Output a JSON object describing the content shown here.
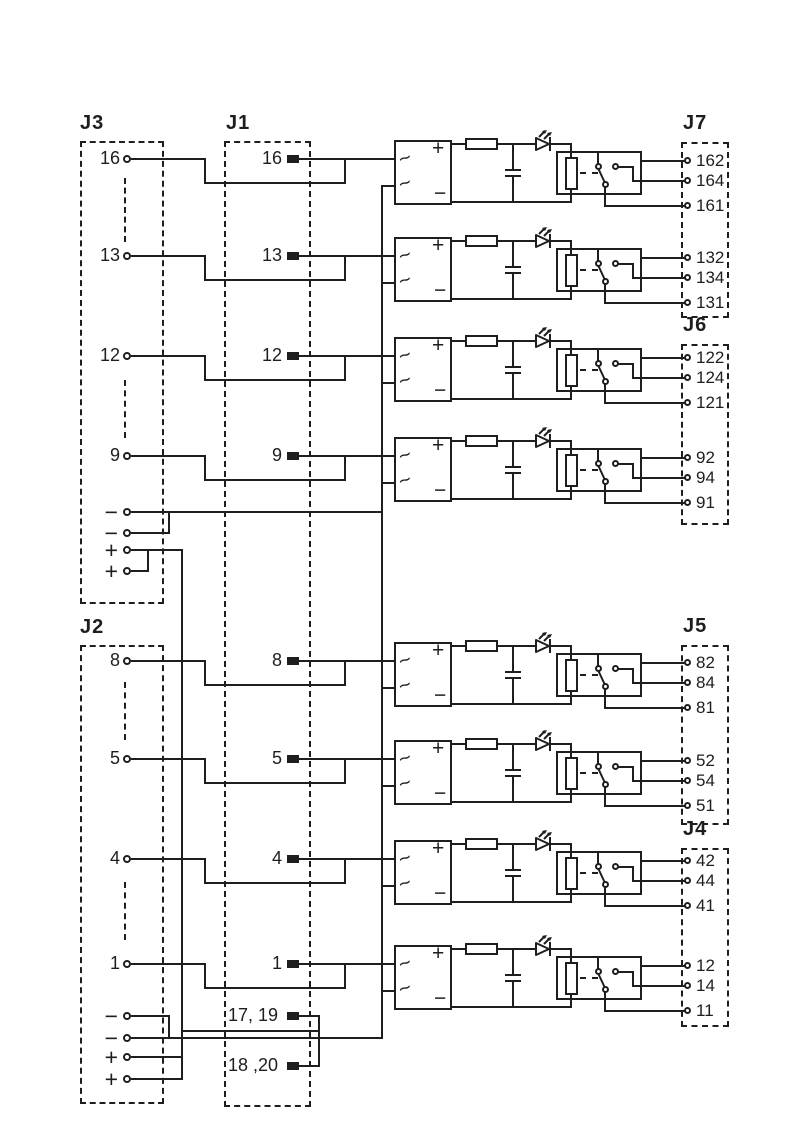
{
  "connectors": {
    "j3": {
      "label": "J3",
      "power_pins": [
        "−",
        "−",
        "+",
        "+"
      ]
    },
    "j2": {
      "label": "J2",
      "power_pins": [
        "−",
        "−",
        "+",
        "+"
      ]
    },
    "j1": {
      "label": "J1",
      "aux1": "17, 19",
      "aux2": "18 ,20"
    },
    "j7": {
      "label": "J7"
    },
    "j6": {
      "label": "J6"
    },
    "j5": {
      "label": "J5"
    },
    "j4": {
      "label": "J4"
    }
  },
  "symbols": {
    "ac": "~",
    "plus": "+",
    "minus": "−"
  },
  "modules": [
    {
      "input_pin": "16",
      "j1_pin": "16",
      "outputs": [
        "162",
        "164",
        "161"
      ]
    },
    {
      "input_pin": "13",
      "j1_pin": "13",
      "outputs": [
        "132",
        "134",
        "131"
      ]
    },
    {
      "input_pin": "12",
      "j1_pin": "12",
      "outputs": [
        "122",
        "124",
        "121"
      ]
    },
    {
      "input_pin": "9",
      "j1_pin": "9",
      "outputs": [
        "92",
        "94",
        "91"
      ]
    },
    {
      "input_pin": "8",
      "j1_pin": "8",
      "outputs": [
        "82",
        "84",
        "81"
      ]
    },
    {
      "input_pin": "5",
      "j1_pin": "5",
      "outputs": [
        "52",
        "54",
        "51"
      ]
    },
    {
      "input_pin": "4",
      "j1_pin": "4",
      "outputs": [
        "42",
        "44",
        "41"
      ]
    },
    {
      "input_pin": "1",
      "j1_pin": "1",
      "outputs": [
        "12",
        "14",
        "11"
      ]
    }
  ],
  "colors": {
    "line": "#1e1e1e",
    "background": "#ffffff"
  }
}
